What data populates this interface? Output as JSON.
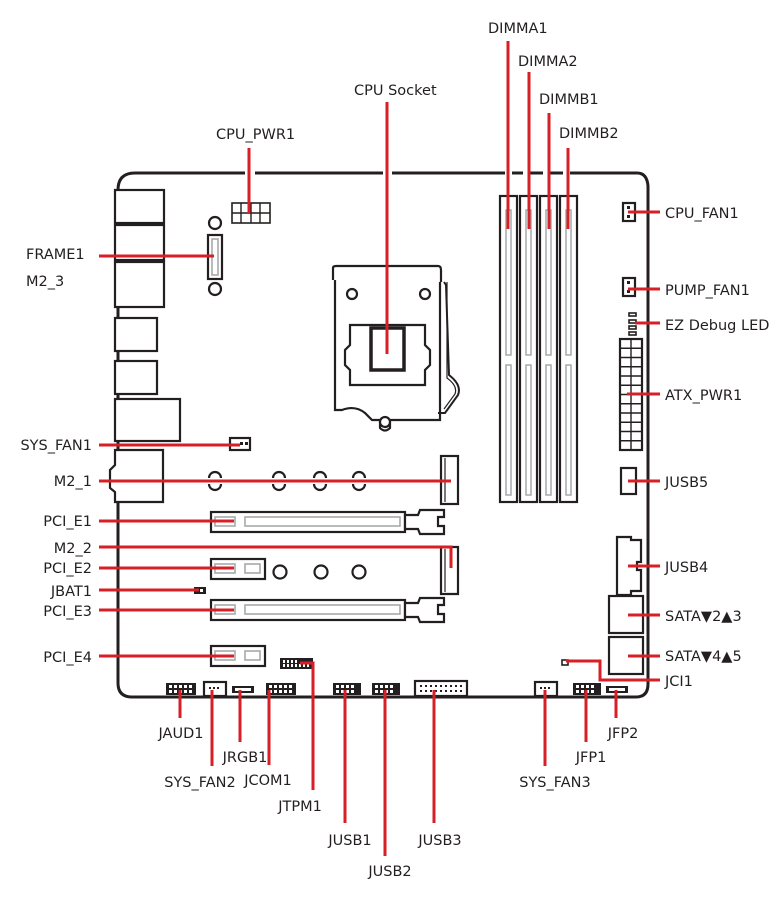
{
  "title": "Motherboard connector layout",
  "accent_color": "#d71f26",
  "outline_color": "#231f20",
  "slot_color": "#a7a9ac",
  "labels": {
    "top": [
      {
        "id": "dimma1",
        "text": "DIMMA1"
      },
      {
        "id": "dimma2",
        "text": "DIMMA2"
      },
      {
        "id": "dimmb1",
        "text": "DIMMB1"
      },
      {
        "id": "dimmb2",
        "text": "DIMMB2"
      },
      {
        "id": "cpu_socket",
        "text": "CPU Socket"
      },
      {
        "id": "cpu_pwr1",
        "text": "CPU_PWR1"
      }
    ],
    "left": [
      {
        "id": "frame1",
        "text": "FRAME1"
      },
      {
        "id": "m2_3",
        "text": "M2_3"
      },
      {
        "id": "sys_fan1",
        "text": "SYS_FAN1"
      },
      {
        "id": "m2_1",
        "text": "M2_1"
      },
      {
        "id": "pci_e1",
        "text": "PCI_E1"
      },
      {
        "id": "m2_2",
        "text": "M2_2"
      },
      {
        "id": "pci_e2",
        "text": "PCI_E2"
      },
      {
        "id": "jbat1",
        "text": "JBAT1"
      },
      {
        "id": "pci_e3",
        "text": "PCI_E3"
      },
      {
        "id": "pci_e4",
        "text": "PCI_E4"
      }
    ],
    "right": [
      {
        "id": "cpu_fan1",
        "text": "CPU_FAN1"
      },
      {
        "id": "pump_fan1",
        "text": "PUMP_FAN1"
      },
      {
        "id": "ez_debug_led",
        "text": "EZ Debug LED"
      },
      {
        "id": "atx_pwr1",
        "text": "ATX_PWR1"
      },
      {
        "id": "jusb5",
        "text": "JUSB5"
      },
      {
        "id": "jusb4",
        "text": "JUSB4"
      },
      {
        "id": "sata23",
        "text": "SATA▼2▲3"
      },
      {
        "id": "sata45",
        "text": "SATA▼4▲5"
      },
      {
        "id": "jci1",
        "text": "JCI1"
      }
    ],
    "bottom": [
      {
        "id": "jaud1",
        "text": "JAUD1"
      },
      {
        "id": "jrgb1",
        "text": "JRGB1"
      },
      {
        "id": "sys_fan2",
        "text": "SYS_FAN2"
      },
      {
        "id": "jcom1",
        "text": "JCOM1"
      },
      {
        "id": "jtpm1",
        "text": "JTPM1"
      },
      {
        "id": "jusb1",
        "text": "JUSB1"
      },
      {
        "id": "jusb2",
        "text": "JUSB2"
      },
      {
        "id": "jusb3",
        "text": "JUSB3"
      },
      {
        "id": "sys_fan3",
        "text": "SYS_FAN3"
      },
      {
        "id": "jfp1",
        "text": "JFP1"
      },
      {
        "id": "jfp2",
        "text": "JFP2"
      }
    ]
  }
}
